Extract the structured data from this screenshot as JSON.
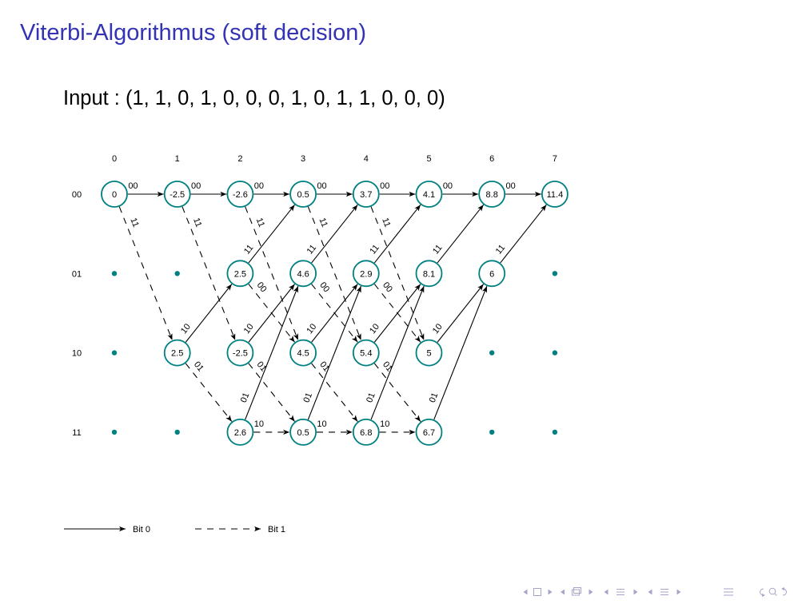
{
  "slide": {
    "title": "Viterbi-Algorithmus (soft decision)",
    "input": "Input : (1, 1, 0, 1, 0, 0, 0, 1, 0, 1, 1, 0, 0, 0)"
  },
  "trellis": {
    "time_steps": [
      0,
      1,
      2,
      3,
      4,
      5,
      6,
      7
    ],
    "states": [
      "00",
      "01",
      "10",
      "11"
    ],
    "path_metrics": [
      [
        0,
        -2.5,
        -2.6,
        0.5,
        3.7,
        4.1,
        8.8,
        11.4
      ],
      [
        null,
        null,
        2.5,
        4.6,
        2.9,
        8.1,
        6,
        null
      ],
      [
        null,
        2.5,
        -2.5,
        4.5,
        5.4,
        5,
        null,
        null
      ],
      [
        null,
        null,
        2.6,
        0.5,
        6.8,
        6.7,
        null,
        null
      ]
    ],
    "transitions": [
      {
        "t": 0,
        "from": 0,
        "to": 0,
        "input_bit": 0,
        "output": "00"
      },
      {
        "t": 1,
        "from": 0,
        "to": 0,
        "input_bit": 0,
        "output": "00"
      },
      {
        "t": 2,
        "from": 0,
        "to": 0,
        "input_bit": 0,
        "output": "00"
      },
      {
        "t": 3,
        "from": 0,
        "to": 0,
        "input_bit": 0,
        "output": "00"
      },
      {
        "t": 4,
        "from": 0,
        "to": 0,
        "input_bit": 0,
        "output": "00"
      },
      {
        "t": 5,
        "from": 0,
        "to": 0,
        "input_bit": 0,
        "output": "00"
      },
      {
        "t": 6,
        "from": 0,
        "to": 0,
        "input_bit": 0,
        "output": "00"
      },
      {
        "t": 0,
        "from": 0,
        "to": 2,
        "input_bit": 1,
        "output": "11"
      },
      {
        "t": 1,
        "from": 0,
        "to": 2,
        "input_bit": 1,
        "output": "11"
      },
      {
        "t": 2,
        "from": 0,
        "to": 2,
        "input_bit": 1,
        "output": "11"
      },
      {
        "t": 3,
        "from": 0,
        "to": 2,
        "input_bit": 1,
        "output": "11"
      },
      {
        "t": 4,
        "from": 0,
        "to": 2,
        "input_bit": 1,
        "output": "11"
      },
      {
        "t": 2,
        "from": 1,
        "to": 0,
        "input_bit": 0,
        "output": "11"
      },
      {
        "t": 3,
        "from": 1,
        "to": 0,
        "input_bit": 0,
        "output": "11"
      },
      {
        "t": 4,
        "from": 1,
        "to": 0,
        "input_bit": 0,
        "output": "11"
      },
      {
        "t": 5,
        "from": 1,
        "to": 0,
        "input_bit": 0,
        "output": "11"
      },
      {
        "t": 6,
        "from": 1,
        "to": 0,
        "input_bit": 0,
        "output": "11"
      },
      {
        "t": 2,
        "from": 1,
        "to": 2,
        "input_bit": 1,
        "output": "00"
      },
      {
        "t": 3,
        "from": 1,
        "to": 2,
        "input_bit": 1,
        "output": "00"
      },
      {
        "t": 4,
        "from": 1,
        "to": 2,
        "input_bit": 1,
        "output": "00"
      },
      {
        "t": 1,
        "from": 2,
        "to": 1,
        "input_bit": 0,
        "output": "10"
      },
      {
        "t": 2,
        "from": 2,
        "to": 1,
        "input_bit": 0,
        "output": "10"
      },
      {
        "t": 3,
        "from": 2,
        "to": 1,
        "input_bit": 0,
        "output": "10"
      },
      {
        "t": 4,
        "from": 2,
        "to": 1,
        "input_bit": 0,
        "output": "10"
      },
      {
        "t": 5,
        "from": 2,
        "to": 1,
        "input_bit": 0,
        "output": "10"
      },
      {
        "t": 1,
        "from": 2,
        "to": 3,
        "input_bit": 1,
        "output": "01"
      },
      {
        "t": 2,
        "from": 2,
        "to": 3,
        "input_bit": 1,
        "output": "01"
      },
      {
        "t": 3,
        "from": 2,
        "to": 3,
        "input_bit": 1,
        "output": "01"
      },
      {
        "t": 4,
        "from": 2,
        "to": 3,
        "input_bit": 1,
        "output": "01"
      },
      {
        "t": 2,
        "from": 3,
        "to": 1,
        "input_bit": 0,
        "output": "01"
      },
      {
        "t": 3,
        "from": 3,
        "to": 1,
        "input_bit": 0,
        "output": "01"
      },
      {
        "t": 4,
        "from": 3,
        "to": 1,
        "input_bit": 0,
        "output": "01"
      },
      {
        "t": 5,
        "from": 3,
        "to": 1,
        "input_bit": 0,
        "output": "01"
      },
      {
        "t": 2,
        "from": 3,
        "to": 3,
        "input_bit": 1,
        "output": "10"
      },
      {
        "t": 3,
        "from": 3,
        "to": 3,
        "input_bit": 1,
        "output": "10"
      },
      {
        "t": 4,
        "from": 3,
        "to": 3,
        "input_bit": 1,
        "output": "10"
      }
    ]
  },
  "legend": [
    {
      "input_bit": 0,
      "label": "Bit 0"
    },
    {
      "input_bit": 1,
      "label": "Bit 1"
    }
  ],
  "colors": {
    "title": "#3333B3",
    "node": "#008080",
    "edge": "#000000",
    "navigation": "#A5A5C9"
  },
  "icons": {
    "navigation": [
      "previous-slide-icon",
      "slide-icon",
      "next-slide-icon",
      "previous-frame-icon",
      "frame-icon",
      "next-frame-icon",
      "previous-subsection-icon",
      "subsection-icon",
      "next-subsection-icon",
      "previous-section-icon",
      "section-icon",
      "next-section-icon",
      "presentation-icon",
      "back-icon",
      "search-icon",
      "forward-icon"
    ]
  }
}
